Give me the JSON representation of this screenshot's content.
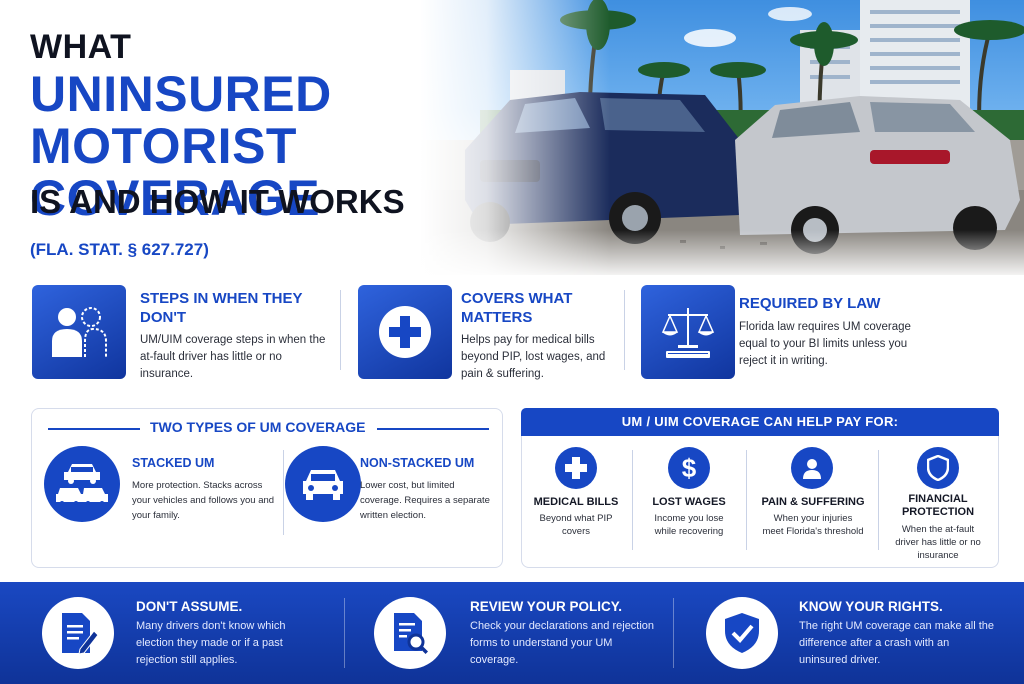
{
  "headline": {
    "what": "WHAT",
    "main": "UNINSURED MOTORIST COVERAGE",
    "sub": "IS AND HOW IT WORKS",
    "statute": "(FLA. STAT. § 627.727)"
  },
  "features": [
    {
      "icon": "people-icon",
      "title": "STEPS IN WHEN THEY DON'T",
      "text": "UM/UIM coverage steps in when the at-fault driver has little or no insurance."
    },
    {
      "icon": "medical-cross-icon",
      "title": "COVERS WHAT MATTERS",
      "text": "Helps pay for medical bills beyond PIP, lost wages, and pain & suffering."
    },
    {
      "icon": "scales-of-justice-icon",
      "title": "REQUIRED BY LAW",
      "text": "Florida law requires UM coverage equal to your BI limits unless you reject it in writing."
    }
  ],
  "um_types": {
    "title": "TWO TYPES OF UM COVERAGE",
    "items": [
      {
        "icon": "multiple-cars-icon",
        "title": "STACKED UM",
        "text": "More protection. Stacks across your vehicles and follows you and your family."
      },
      {
        "icon": "car-icon",
        "title": "NON-STACKED UM",
        "text": "Lower cost, but limited coverage. Requires a separate written election."
      }
    ]
  },
  "pay_for": {
    "title": "UM / UIM COVERAGE CAN HELP PAY FOR:",
    "items": [
      {
        "icon": "medical-cross-icon",
        "title": "MEDICAL BILLS",
        "text": "Beyond what PIP covers"
      },
      {
        "icon": "dollar-icon",
        "title": "LOST WAGES",
        "text": "Income you lose while recovering"
      },
      {
        "icon": "person-icon",
        "title": "PAIN & SUFFERING",
        "text": "When your injuries meet Florida's threshold"
      },
      {
        "icon": "shield-icon",
        "title": "FINANCIAL PROTECTION",
        "text": "When the at-fault driver has little or no insurance"
      }
    ]
  },
  "footer": [
    {
      "icon": "document-pen-icon",
      "title": "DON'T ASSUME.",
      "text": "Many drivers don't know which election they made or if a past rejection still applies."
    },
    {
      "icon": "document-search-icon",
      "title": "REVIEW YOUR POLICY.",
      "text": "Check your declarations and rejection forms to understand your UM coverage."
    },
    {
      "icon": "shield-check-icon",
      "title": "KNOW YOUR RIGHTS.",
      "text": "The right UM coverage can make all the difference after a crash with an uninsured driver."
    }
  ],
  "colors": {
    "brand_blue": "#1747c4",
    "dark_blue": "#0f3398",
    "text_dark": "#0f1320"
  }
}
